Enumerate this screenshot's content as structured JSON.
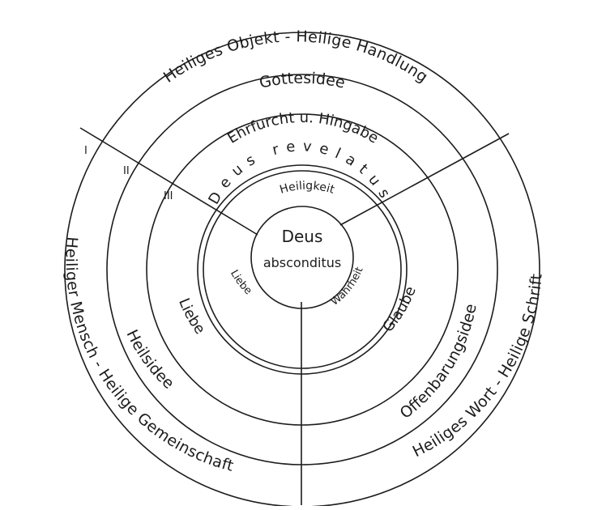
{
  "colors": {
    "ink": "#1c1c1c",
    "paper": "#ffffff"
  },
  "center": {
    "line1": "Deus",
    "line2": "absconditus"
  },
  "revelatus": {
    "label": "Deus revelatus"
  },
  "inner_band": {
    "top": "Heiligkeit",
    "left": "Liebe",
    "right": "Wahrheit"
  },
  "ring3": {
    "numeral": "III",
    "top": "Ehrfurcht u. Hingabe",
    "left": "Liebe",
    "right": "Glaube"
  },
  "ring2": {
    "numeral": "II",
    "top": "Gottesidee",
    "left": "Heilsidee",
    "right": "Offenbarungsidee"
  },
  "ring1": {
    "numeral": "I",
    "top": "Heiliges Objekt - Heilige Handlung",
    "left": "Heiliger Mensch - Heilige Gemeinschaft",
    "right": "Heiliges Wort - Heilige Schrift"
  }
}
